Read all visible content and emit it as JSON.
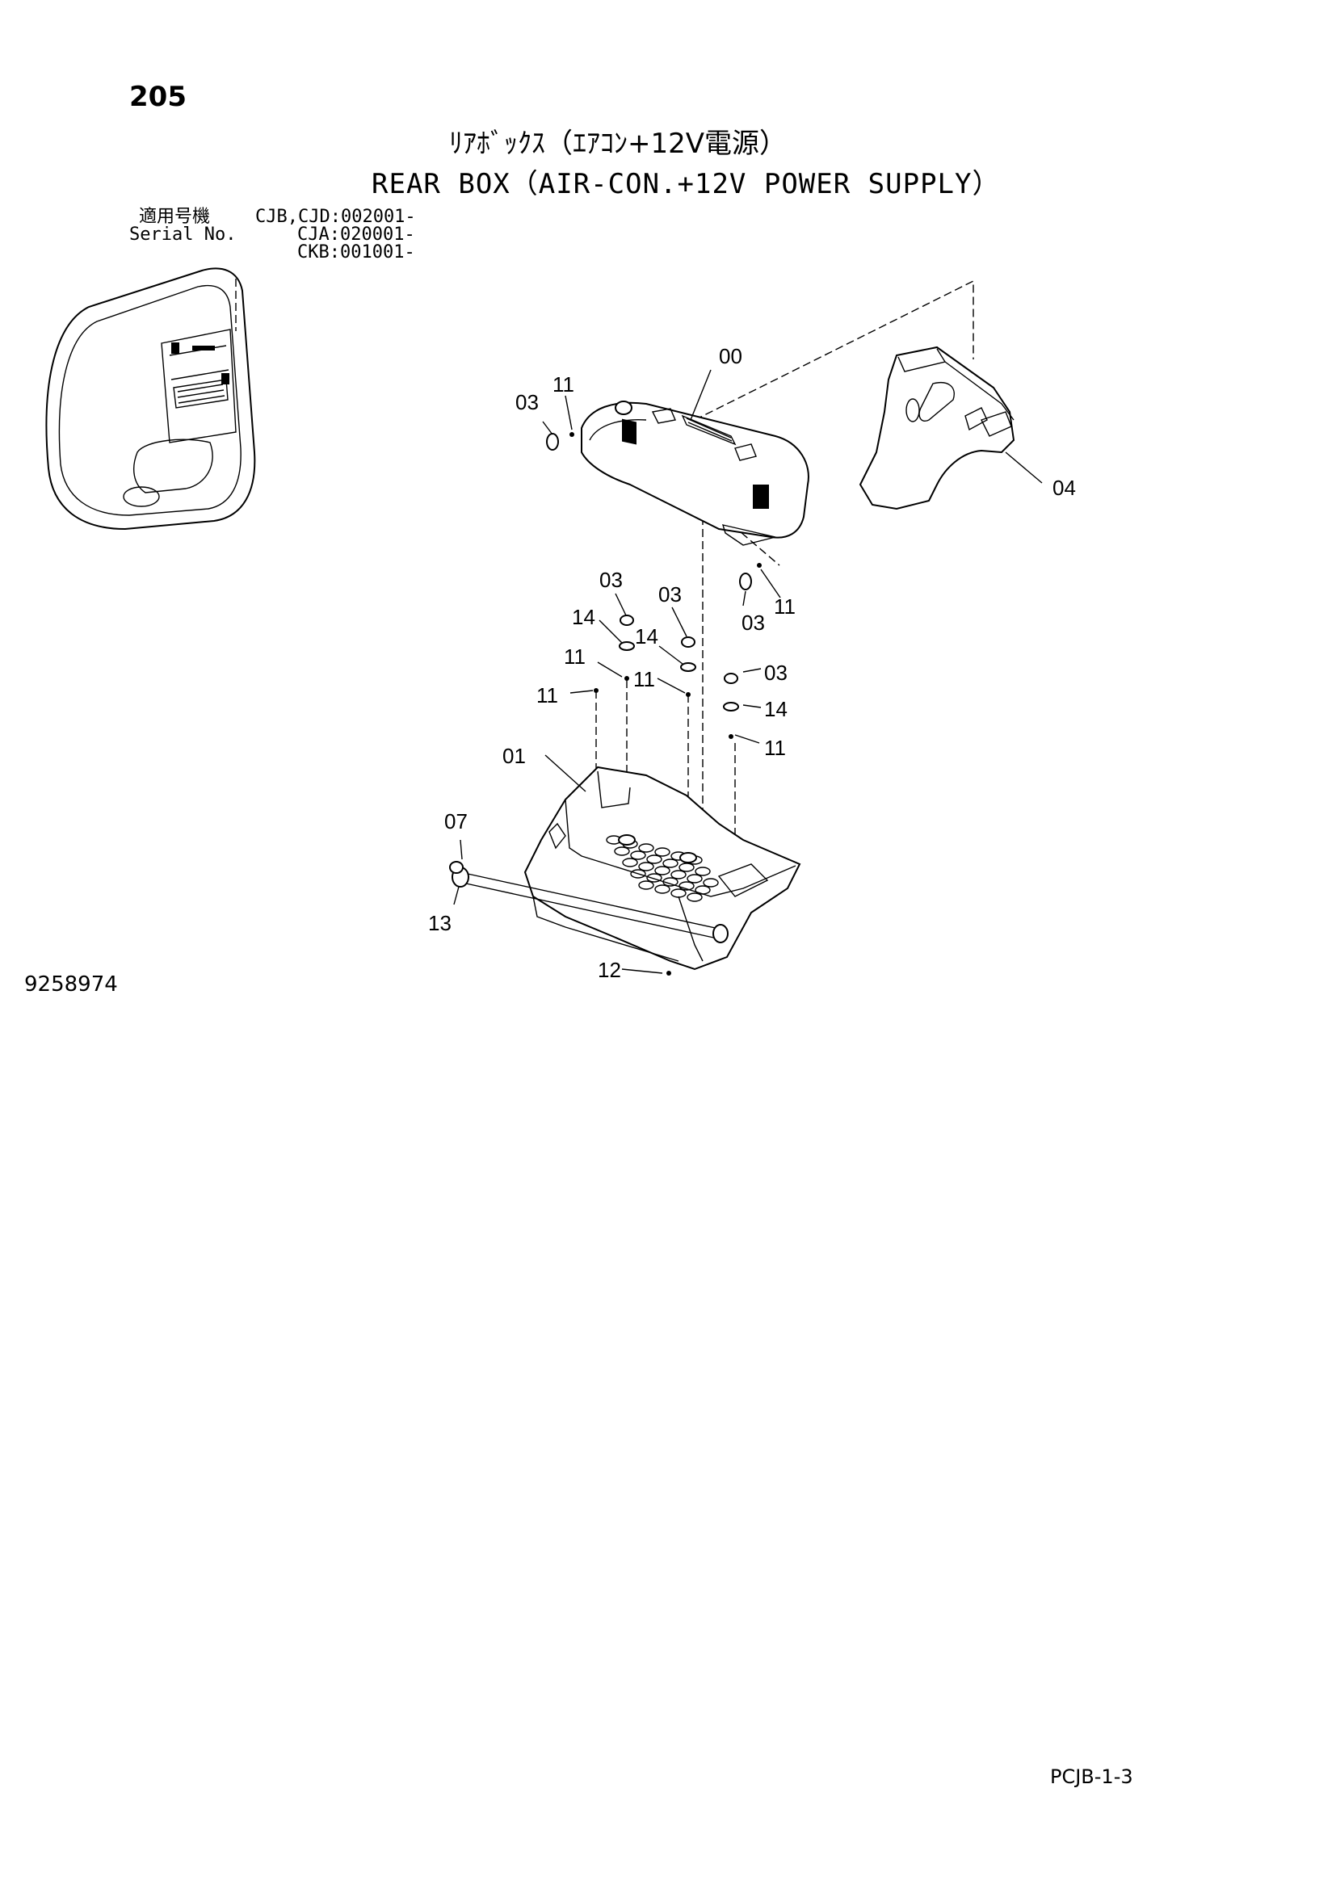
{
  "header": {
    "page_number": "205",
    "title_jp": "ﾘｱﾎﾞｯｸｽ（ｴｱｺﾝ+12V電源）",
    "title_en": "REAR BOX（AIR-CON.+12V POWER SUPPLY）"
  },
  "serial": {
    "label_jp": "適用号機",
    "label_en": "Serial No.",
    "ranges": [
      "CJB,CJD:002001-",
      "CJA:020001-",
      "CKB:001001-"
    ]
  },
  "callouts": {
    "c00": "00",
    "c01": "01",
    "c03a": "03",
    "c03b": "03",
    "c03c": "03",
    "c03d": "03",
    "c03e": "03",
    "c04": "04",
    "c07": "07",
    "c11a": "11",
    "c11b": "11",
    "c11c": "11",
    "c11d": "11",
    "c11e": "11",
    "c11f": "11",
    "c12": "12",
    "c13": "13",
    "c14a": "14",
    "c14b": "14",
    "c14c": "14"
  },
  "footer": {
    "drawing_number": "9258974",
    "page_code": "PCJB-1-3"
  }
}
